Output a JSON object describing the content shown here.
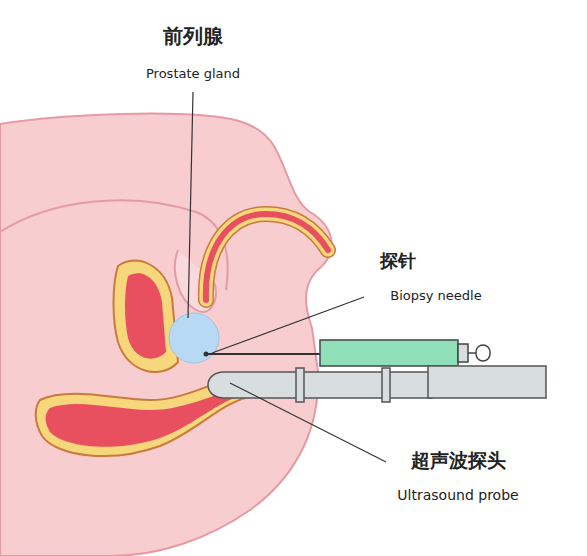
{
  "diagram": {
    "labels": [
      "前列腺",
      "Prostate gland",
      "探针",
      "Biopsy needle",
      "超声波探头",
      "Ultrasound probe"
    ]
  }
}
